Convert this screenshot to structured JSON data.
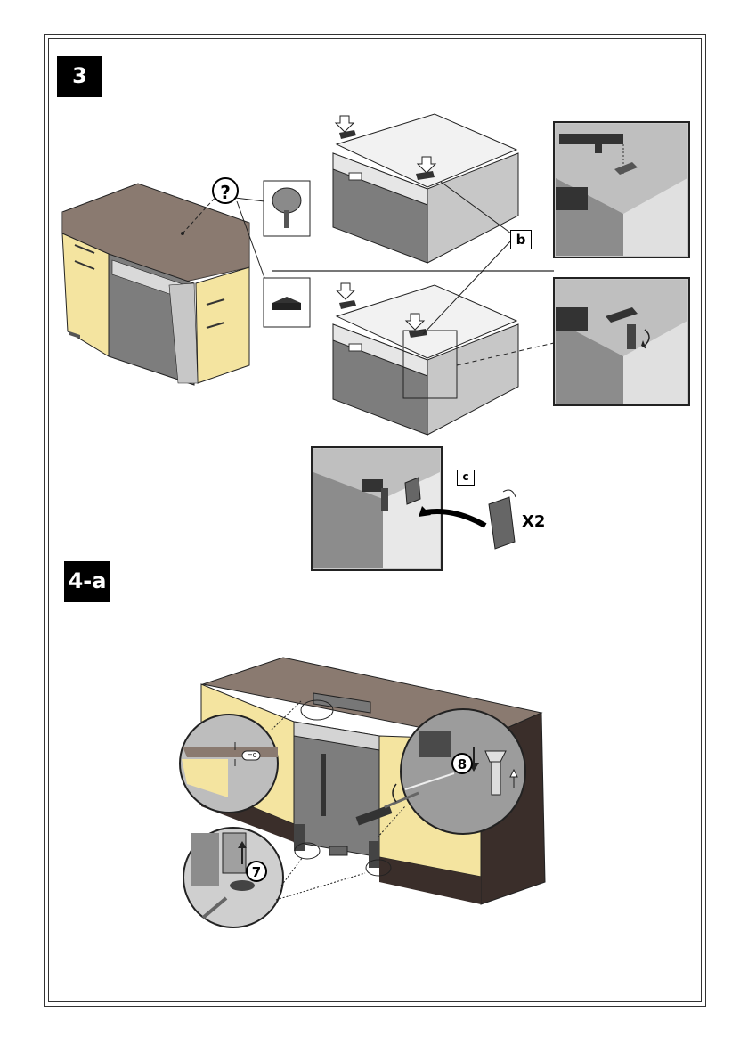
{
  "steps": {
    "step3": "3",
    "step4a": "4-a"
  },
  "callouts": {
    "question": "?",
    "b": "b",
    "c": "c",
    "x2": "X2",
    "seven": "7",
    "eight": "8",
    "gap": "=0"
  },
  "footer": "",
  "colors": {
    "cabinet_yellow": "#f4e4a0",
    "countertop": "#8a7a70",
    "appliance_grey": "#7d7d7d",
    "dark_panel": "#3a2e2a",
    "outline": "#222222"
  },
  "icons": [
    "tree-icon",
    "block-icon",
    "screwdriver-icon",
    "rotate-arrow-icon",
    "down-arrow-icon"
  ]
}
